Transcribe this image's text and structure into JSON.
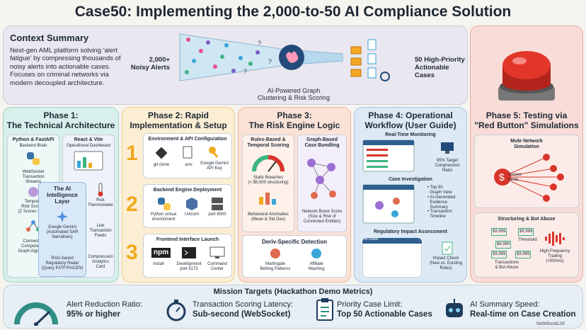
{
  "title": "Case50: Implementing the 2,000-to-50 AI Compliance Solution",
  "context": {
    "heading": "Context Summary",
    "body": "Next-gen AML platform solving 'alert fatigue' by compressing thousands of noisy alerts into actionable cases. Focuses on criminal networks via modern decoupled architecture.",
    "left_label": "2,000+\nNoisy Alerts",
    "center_label": "AI-Powered Graph\nClustering & Risk Scoring",
    "right_label": "50 High-Priority\nActionable Cases"
  },
  "phase1": {
    "title": "Phase 1:\nThe Technical Architecture",
    "python": "Python & FastAPI",
    "python_sub": "Backend Brain",
    "react": "React & Vite",
    "react_sub": "Operational Dashboard",
    "ai_title": "The AI\nIntelligence\nLayer",
    "ws": "WebSocket\nTransaction\nStreams",
    "temporal": "Temporal\nRisk Scoring\n(Z Scores > 3.0)",
    "connected": "Connected\nComponents\nGraph Algorithm",
    "gemini": "Google Gemini\n(Automated SAR\nNarratives)",
    "rag": "RAG-based\nRegulatory Radar\n(Query FATF/FinCEN)",
    "thermo": "Risk\nThermometer",
    "feeds": "Live\nTransaction\nFeeds",
    "compression": "Compression\nAnalytics\nCard"
  },
  "phase2": {
    "title": "Phase 2: Rapid\nImplementation & Setup",
    "env_title": "Environment & API Configuration",
    "git": "git clone",
    "env": ".env",
    "gemini_key": "Google Gemini\nAPI Key",
    "backend_title": "Backend Engine Deployment",
    "venv": "Python virtual\nenvironment",
    "uvicorn": "Uvicorn",
    "port8000": "port 8000",
    "frontend_title": "Frontend Interface Launch",
    "npm": "npm",
    "install": "install",
    "dev_port": "Development\nport 5173",
    "cc": "Command\nCenter",
    "n1": "1",
    "n2": "2",
    "n3": "3"
  },
  "phase3": {
    "title": "Phase 3:\nThe Risk Engine Logic",
    "rules": "Rules-Based &\nTemporal Scoring",
    "graph": "Graph-Based\nCase Bundling",
    "static": "Static Breaches\n(< $5,000 structuring)",
    "behav": "Behavioral Anomalies\n(Mean & Std Dev)",
    "boost": "Network Boost Score\n(Size & Risk of\nConnected Entities)",
    "deriv": "Deriv-Specific Detection",
    "martingale": "Martingale\nBetting Patterns",
    "affiliate": "Affiliate\nWashing"
  },
  "phase4": {
    "title": "Phase 4: Operational\nWorkflow (User Guide)",
    "rtm": "Real-Time Monitoring",
    "ratio": "95% Target\nCompression\nRatio",
    "ci": "Case Investigation",
    "ci_list": "• Top 50\n  Graph View\n• AI-Generated\n  Evidence\n  Summary\n• Transaction\n  Timeline",
    "ria": "Regulatory Impact Assessment",
    "impact": "Impact Check\n(New vs. Existing\nRules)",
    "chat_hdr": "AI Radar"
  },
  "phase5": {
    "title": "Phase 5: Testing via\n\"Red Button\" Simulations",
    "mule": "Mule Network\nSimulation",
    "source": "Source\nfunds",
    "struct": "Structuring & Bot Abuse",
    "threshold": "Threshold",
    "tx": "Transactions\n& Bot Abuse",
    "hft": "High-Frequency\nTrading\n(<500ms)",
    "amounts": [
      "$9,999",
      "$9,999",
      "$9,999",
      "$9,999",
      "$8,980"
    ]
  },
  "mission": {
    "title": "Mission Targets (Hackathon Demo Metrics)",
    "m1a": "Alert Reduction Ratio:",
    "m1b": "95% or higher",
    "m2a": "Transaction Scoring Latency:",
    "m2b": "Sub-second (WebSocket)",
    "m3a": "Priority Case Limit:",
    "m3b": "Top 50 Actionable Cases",
    "m4a": "AI Summary Speed:",
    "m4b": "Real-time on Case Creation"
  },
  "footer": "NotebookLM",
  "colors": {
    "teal": "#2f8f85",
    "orange": "#f0a81e",
    "red": "#d9352b",
    "navy": "#1f3b5c"
  }
}
